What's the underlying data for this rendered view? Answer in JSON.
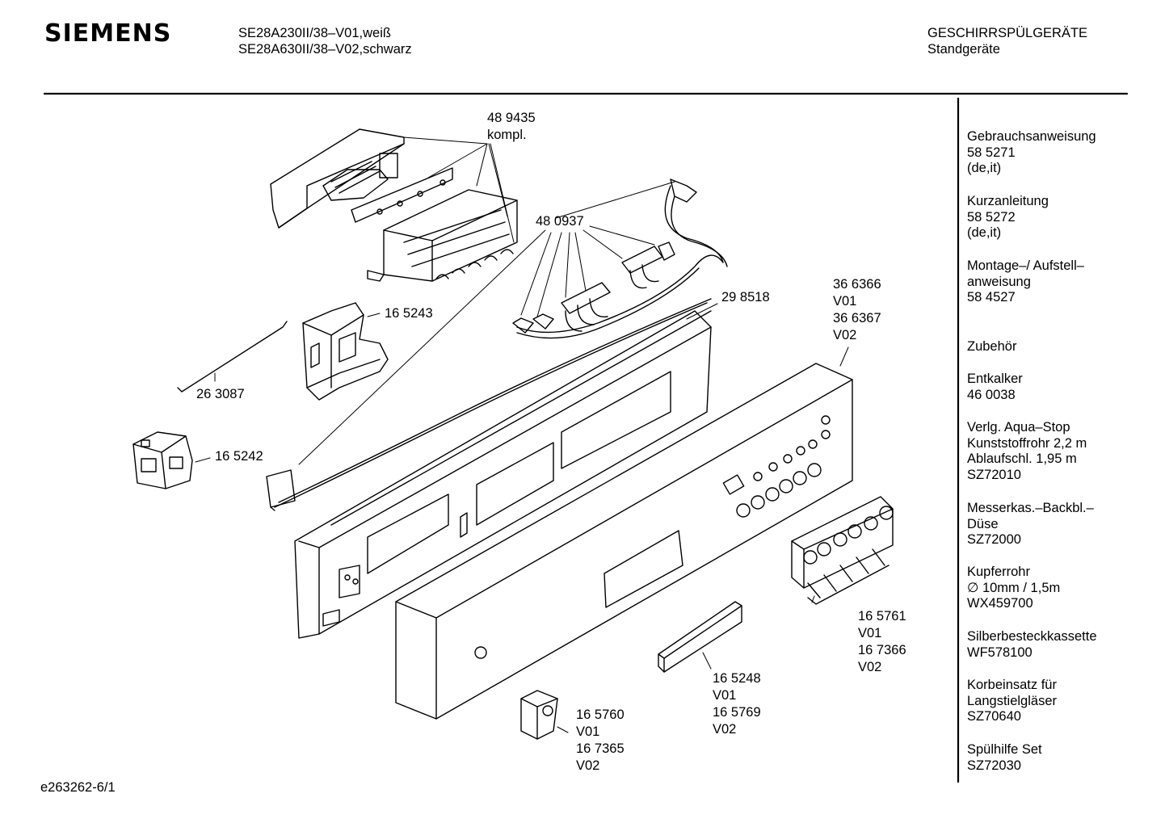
{
  "header": {
    "brand": "SIEMENS",
    "model_lines": [
      "SE28A230II/38–V01,weiß",
      "SE28A630II/38–V02,schwarz"
    ],
    "category_lines": [
      "GESCHIRRSPÜLGERÄTE",
      "Standgeräte"
    ]
  },
  "sidebar": {
    "items": [
      {
        "lines": [
          "Gebrauchsanweisung",
          "58 5271",
          "(de,it)"
        ]
      },
      {
        "lines": [
          "Kurzanleitung",
          "58 5272",
          "(de,it)"
        ]
      },
      {
        "lines": [
          "Montage–/ Aufstell–",
          "anweisung",
          "58 4527"
        ]
      },
      {
        "lines": [
          "Zubehör"
        ]
      },
      {
        "lines": [
          "Entkalker",
          "46 0038"
        ]
      },
      {
        "lines": [
          "Verlg. Aqua–Stop",
          "Kunststoffrohr 2,2 m",
          "Ablaufschl. 1,95 m",
          "SZ72010"
        ]
      },
      {
        "lines": [
          "Messerkas.–Backbl.–",
          "Düse",
          "SZ72000"
        ]
      },
      {
        "lines": [
          "Kupferrohr",
          "∅ 10mm / 1,5m",
          "WX459700"
        ]
      },
      {
        "lines": [
          "Silberbesteckkassette",
          "WF578100"
        ]
      },
      {
        "lines": [
          "Korbeinsatz für",
          "Langstielgläser",
          "SZ70640"
        ]
      },
      {
        "lines": [
          "Spülhilfe Set",
          "SZ72030"
        ]
      }
    ]
  },
  "part_labels": {
    "p489435": [
      "48 9435",
      "kompl."
    ],
    "p480937": [
      "48 0937"
    ],
    "p165243": [
      "16 5243"
    ],
    "p263087": [
      "26 3087"
    ],
    "p165242": [
      "16 5242"
    ],
    "p298518": [
      "29 8518"
    ],
    "p366366": [
      "36 6366",
      "V01",
      "36 6367",
      "V02"
    ],
    "p165761": [
      "16 5761",
      "V01",
      "16 7366",
      "V02"
    ],
    "p165248": [
      "16 5248",
      "V01",
      "16 5769",
      "V02"
    ],
    "p165760": [
      "16 5760",
      "V01",
      "16 7365",
      "V02"
    ]
  },
  "footer": {
    "drawing_id": "e263262-6/1"
  }
}
